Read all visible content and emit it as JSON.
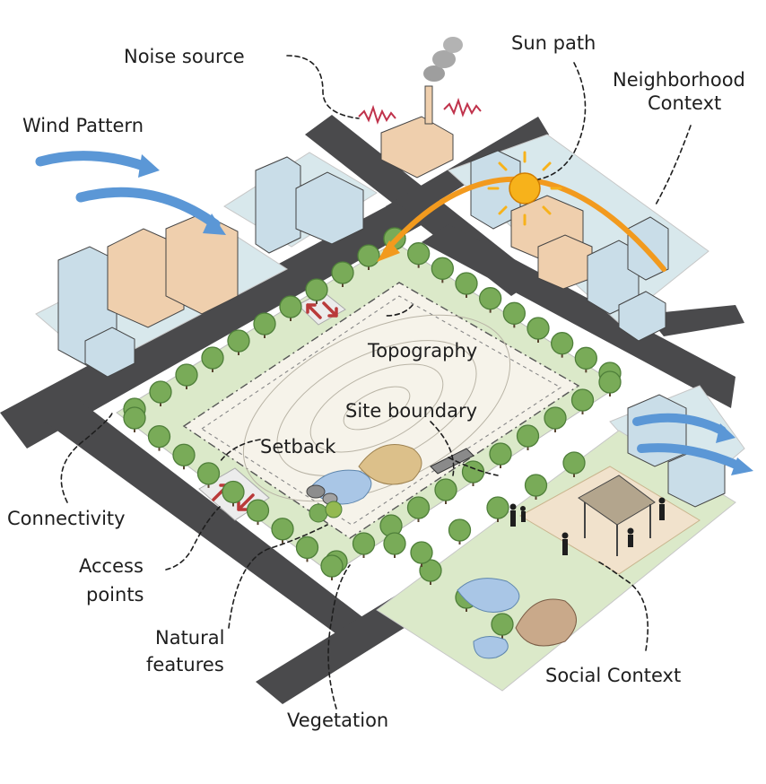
{
  "labels": {
    "noise_source": "Noise source",
    "sun_path": "Sun path",
    "neighborhood_1": "Neighborhood",
    "neighborhood_2": "Context",
    "wind_pattern": "Wind Pattern",
    "topography": "Topography",
    "site_boundary": "Site boundary",
    "setback": "Setback",
    "connectivity": "Connectivity",
    "access_1": "Access",
    "access_2": "points",
    "natural_1": "Natural",
    "natural_2": "features",
    "vegetation": "Vegetation",
    "social_context": "Social Context"
  },
  "colors": {
    "road": "#4a4a4c",
    "sidewalk": "#e9e9e9",
    "grass": "#dbe9c9",
    "site": "#f6f3ea",
    "tree": "#79ab58",
    "tree_dark": "#4f7f3a",
    "building_blue": "#c9dde8",
    "building_tan": "#efcfad",
    "wind": "#5b97d6",
    "sun": "#f7b21b",
    "sun_arrow": "#f29a1e",
    "access_arrow": "#b93a3a",
    "pond": "#a9c6e6"
  }
}
